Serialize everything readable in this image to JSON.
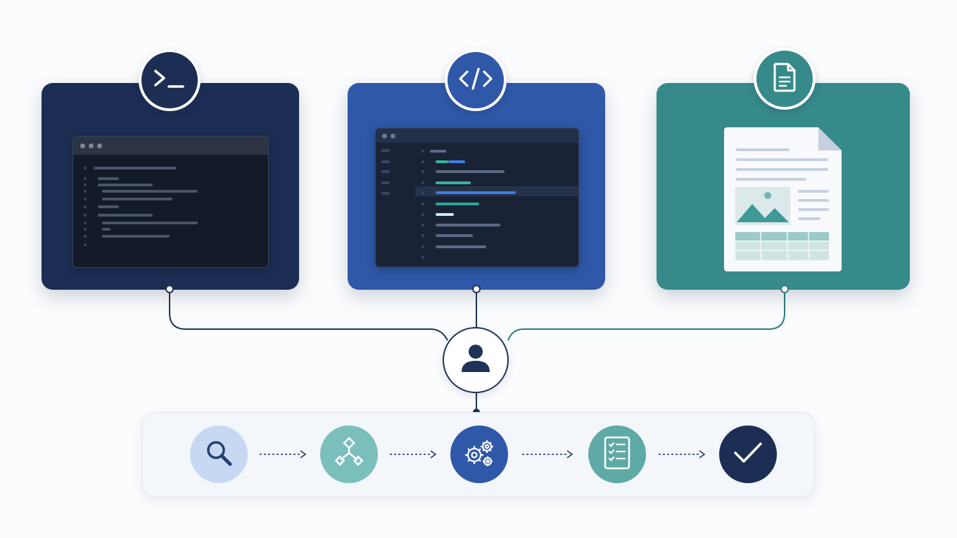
{
  "colors": {
    "background": "#fbfcfe",
    "terminal_card": "#1c2e54",
    "code_card": "#2f58a8",
    "doc_card": "#368a8a",
    "connector_dark": "#1f3358",
    "connector_teal": "#2b7d80",
    "white": "#ffffff"
  },
  "cards": [
    {
      "name": "terminal",
      "icon": "terminal-icon"
    },
    {
      "name": "code-editor",
      "icon": "code-icon"
    },
    {
      "name": "document",
      "icon": "document-icon"
    }
  ],
  "hub": {
    "icon": "user-icon"
  },
  "pipeline": {
    "steps": [
      {
        "icon": "search-icon",
        "color": "#c7d9f2"
      },
      {
        "icon": "branch-icon",
        "color": "#7bbfbc"
      },
      {
        "icon": "gears-icon",
        "color": "#2f58a8"
      },
      {
        "icon": "checklist-icon",
        "color": "#5fa9a6"
      },
      {
        "icon": "check-icon",
        "color": "#1c2e54"
      }
    ]
  }
}
